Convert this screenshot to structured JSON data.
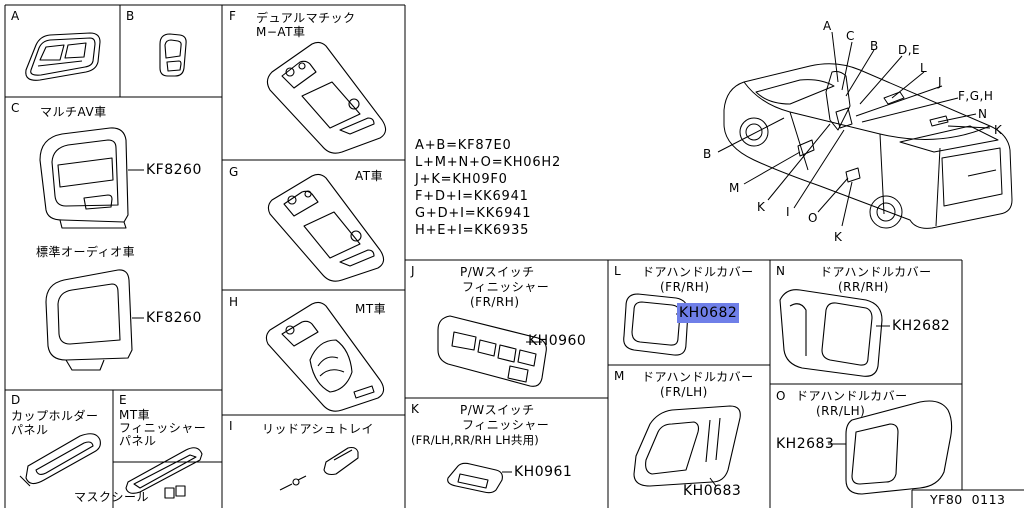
{
  "panels": {
    "a": {
      "letter": "A"
    },
    "b": {
      "letter": "B"
    },
    "c": {
      "letter": "C",
      "title": "マルチAV車",
      "code1": "KF8260",
      "subtitle": "標準オーディオ車",
      "code2": "KF8260"
    },
    "d": {
      "letter": "D",
      "title_l1": "カップホルダー",
      "title_l2": "パネル"
    },
    "e": {
      "letter": "E",
      "title_l1": "MT車",
      "title_l2": "フィニッシャー",
      "title_l3": "パネル"
    },
    "mask": {
      "label": "マスクシール"
    },
    "f": {
      "letter": "F",
      "title_l1": "デュアルマチック",
      "title_l2": "M−AT車"
    },
    "g": {
      "letter": "G",
      "title": "AT車"
    },
    "h": {
      "letter": "H",
      "title": "MT車"
    },
    "i": {
      "letter": "I",
      "title": "リッドアシュトレイ"
    },
    "j": {
      "letter": "J",
      "title_l1": "P/Wスイッチ",
      "title_l2": "フィニッシャー",
      "title_l3": "(FR/RH)",
      "code": "KH0960"
    },
    "k": {
      "letter": "K",
      "title_l1": "P/Wスイッチ",
      "title_l2": "フィニッシャー",
      "title_l3": "(FR/LH,RR/RH LH共用)",
      "code": "KH0961"
    },
    "l": {
      "letter": "L",
      "title_l1": "ドアハンドルカバー",
      "title_l2": "(FR/RH)",
      "code": "KH0682"
    },
    "m": {
      "letter": "M",
      "title_l1": "ドアハンドルカバー",
      "title_l2": "(FR/LH)",
      "code": "KH0683"
    },
    "n": {
      "letter": "N",
      "title_l1": "ドアハンドルカバー",
      "title_l2": "(RR/RH)",
      "code": "KH2682"
    },
    "o": {
      "letter": "O",
      "title_l1": "ドアハンドルカバー",
      "title_l2": "(RR/LH)",
      "code": "KH2683"
    }
  },
  "formulas": [
    "A+B=KF87E0",
    "L+M+N+O=KH06H2",
    "J+K=KH09F0",
    "F+D+I=KK6941",
    "G+D+I=KK6941",
    "H+E+I=KK6935"
  ],
  "car_callouts": {
    "a": "A",
    "c": "C",
    "b_top": "B",
    "de": "D,E",
    "l": "L",
    "j": "J",
    "fgh": "F,G,H",
    "n": "N",
    "k_right": "K",
    "b_left": "B",
    "m": "M",
    "k_left": "K",
    "i": "I",
    "o": "O",
    "k_bottom": "K"
  },
  "footer": {
    "ref": "YF80  0113"
  }
}
